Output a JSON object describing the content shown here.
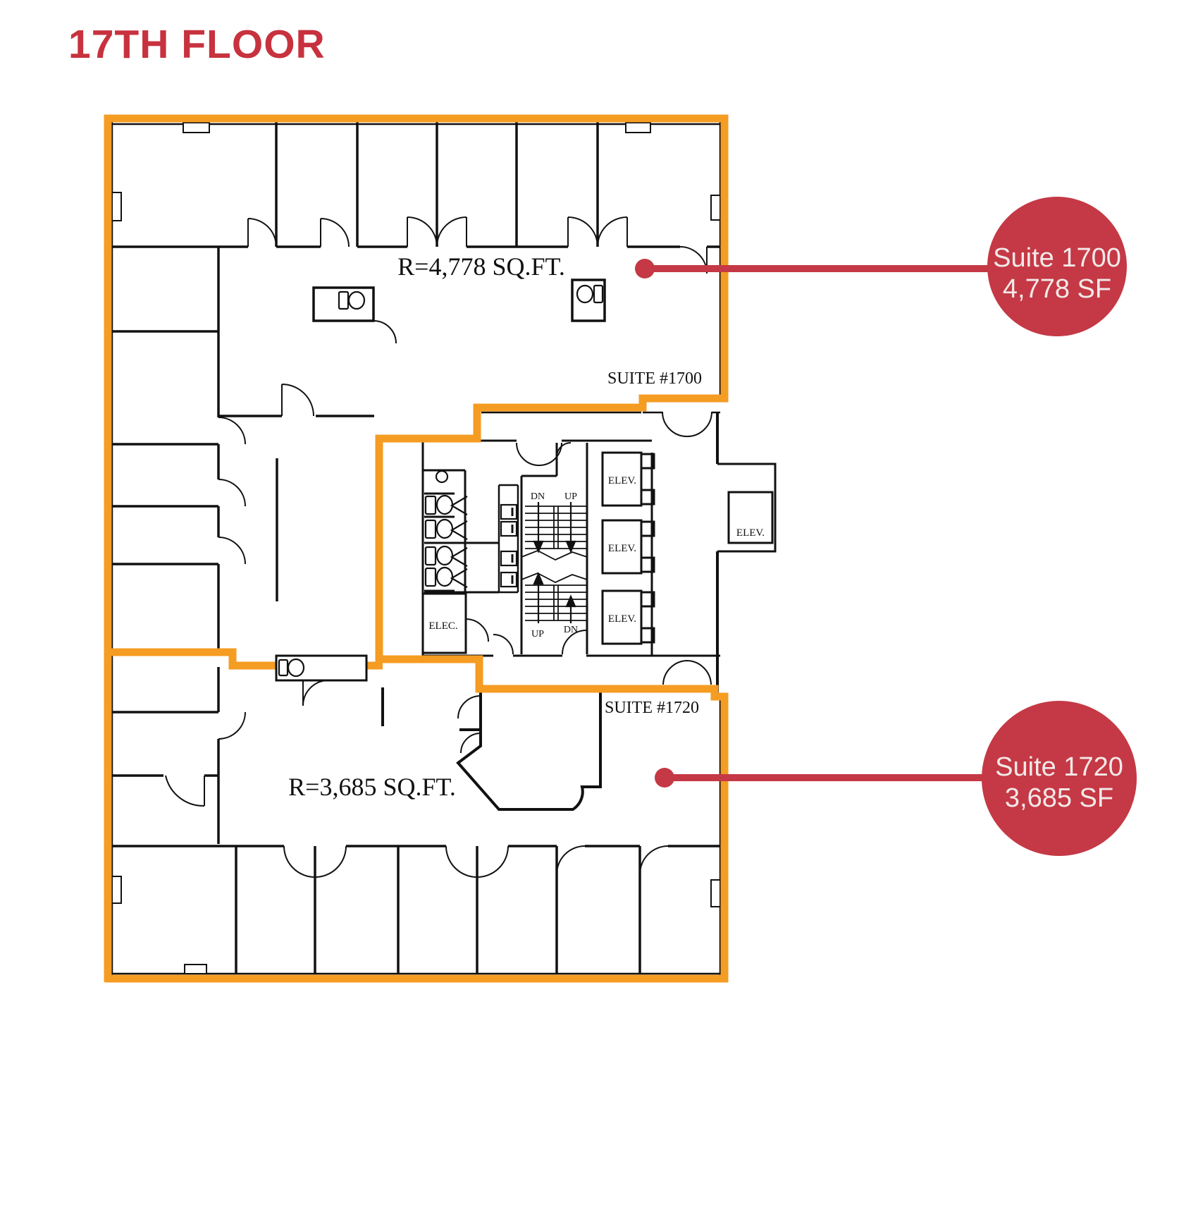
{
  "title": "17TH FLOOR",
  "colors": {
    "accent_red": "#c43945",
    "title_red": "#c7323e",
    "highlight_orange": "#f59c23",
    "wall_black": "#111111",
    "badge_text": "#f3e9e9"
  },
  "floor_plan": {
    "suite_1700": {
      "label": "SUITE #1700",
      "area_text": "R=4,778 SQ.FT."
    },
    "suite_1720": {
      "label": "SUITE #1720",
      "area_text": "R=3,685 SQ.FT."
    },
    "core": {
      "elevator_labels": [
        "ELEV.",
        "ELEV.",
        "ELEV.",
        "ELEV."
      ],
      "electrical_label": "ELEC.",
      "stairs": {
        "upper_dn": "DN",
        "upper_up": "UP",
        "lower_up": "UP",
        "lower_dn": "DN"
      }
    }
  },
  "callouts": [
    {
      "line1": "Suite 1700",
      "line2": "4,778 SF"
    },
    {
      "line1": "Suite 1720",
      "line2": "3,685 SF"
    }
  ]
}
